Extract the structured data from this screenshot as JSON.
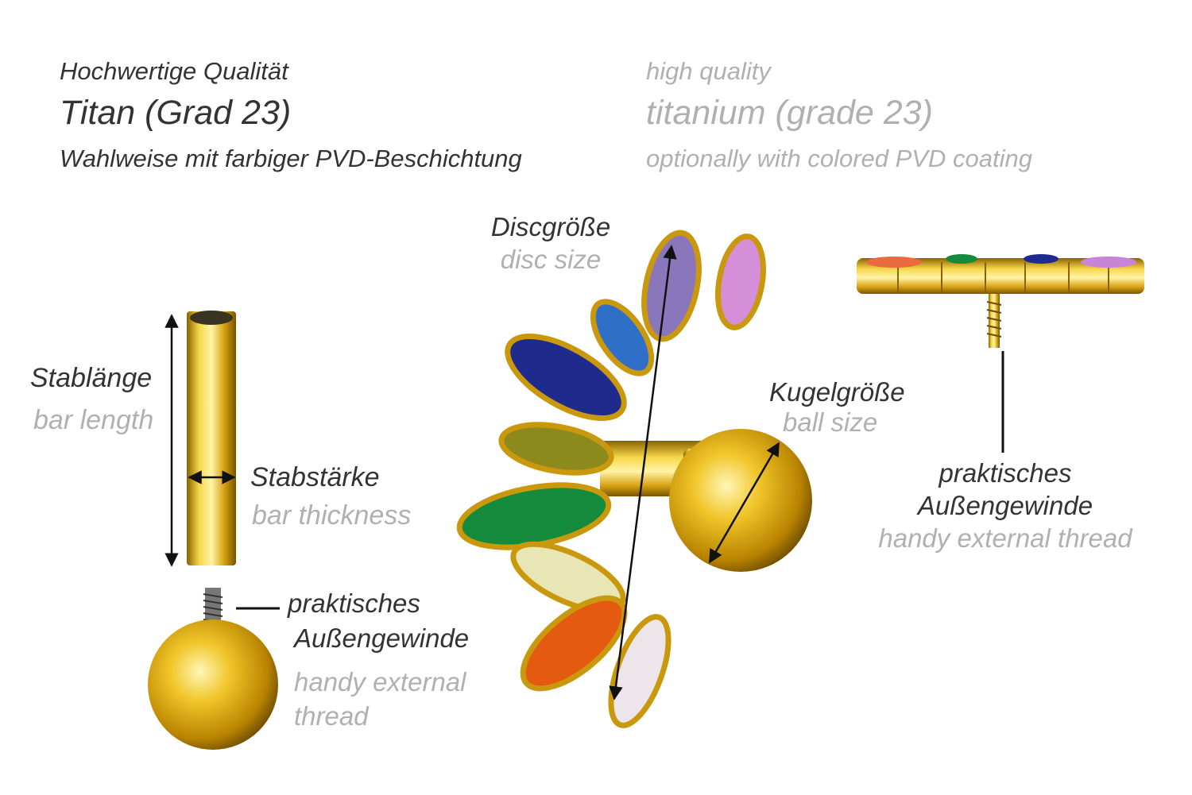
{
  "header": {
    "de": {
      "quality": "Hochwertige Qualität",
      "material": "Titan (Grad 23)",
      "coating": "Wahlweise mit farbiger PVD-Beschichtung"
    },
    "en": {
      "quality": "high quality",
      "material": "titanium (grade 23)",
      "coating": "optionally with colored PVD coating"
    }
  },
  "labels": {
    "disc_size": {
      "de": "Discgröße",
      "en": "disc size"
    },
    "bar_length": {
      "de": "Stablänge",
      "en": "bar length"
    },
    "bar_thickness": {
      "de": "Stabstärke",
      "en": "bar thickness"
    },
    "ball_thread": {
      "de_1": "praktisches",
      "de_2": "Außengewinde",
      "en_1": "handy external",
      "en_2": "thread"
    },
    "ball_size": {
      "de": "Kugelgröße",
      "en": "ball size"
    },
    "top_thread": {
      "de_1": "praktisches",
      "de_2": "Außengewinde",
      "en": "handy external thread"
    }
  },
  "colors": {
    "gold": "#e0b21c",
    "text_dark": "#333333",
    "text_gray": "#b0b0b0"
  }
}
